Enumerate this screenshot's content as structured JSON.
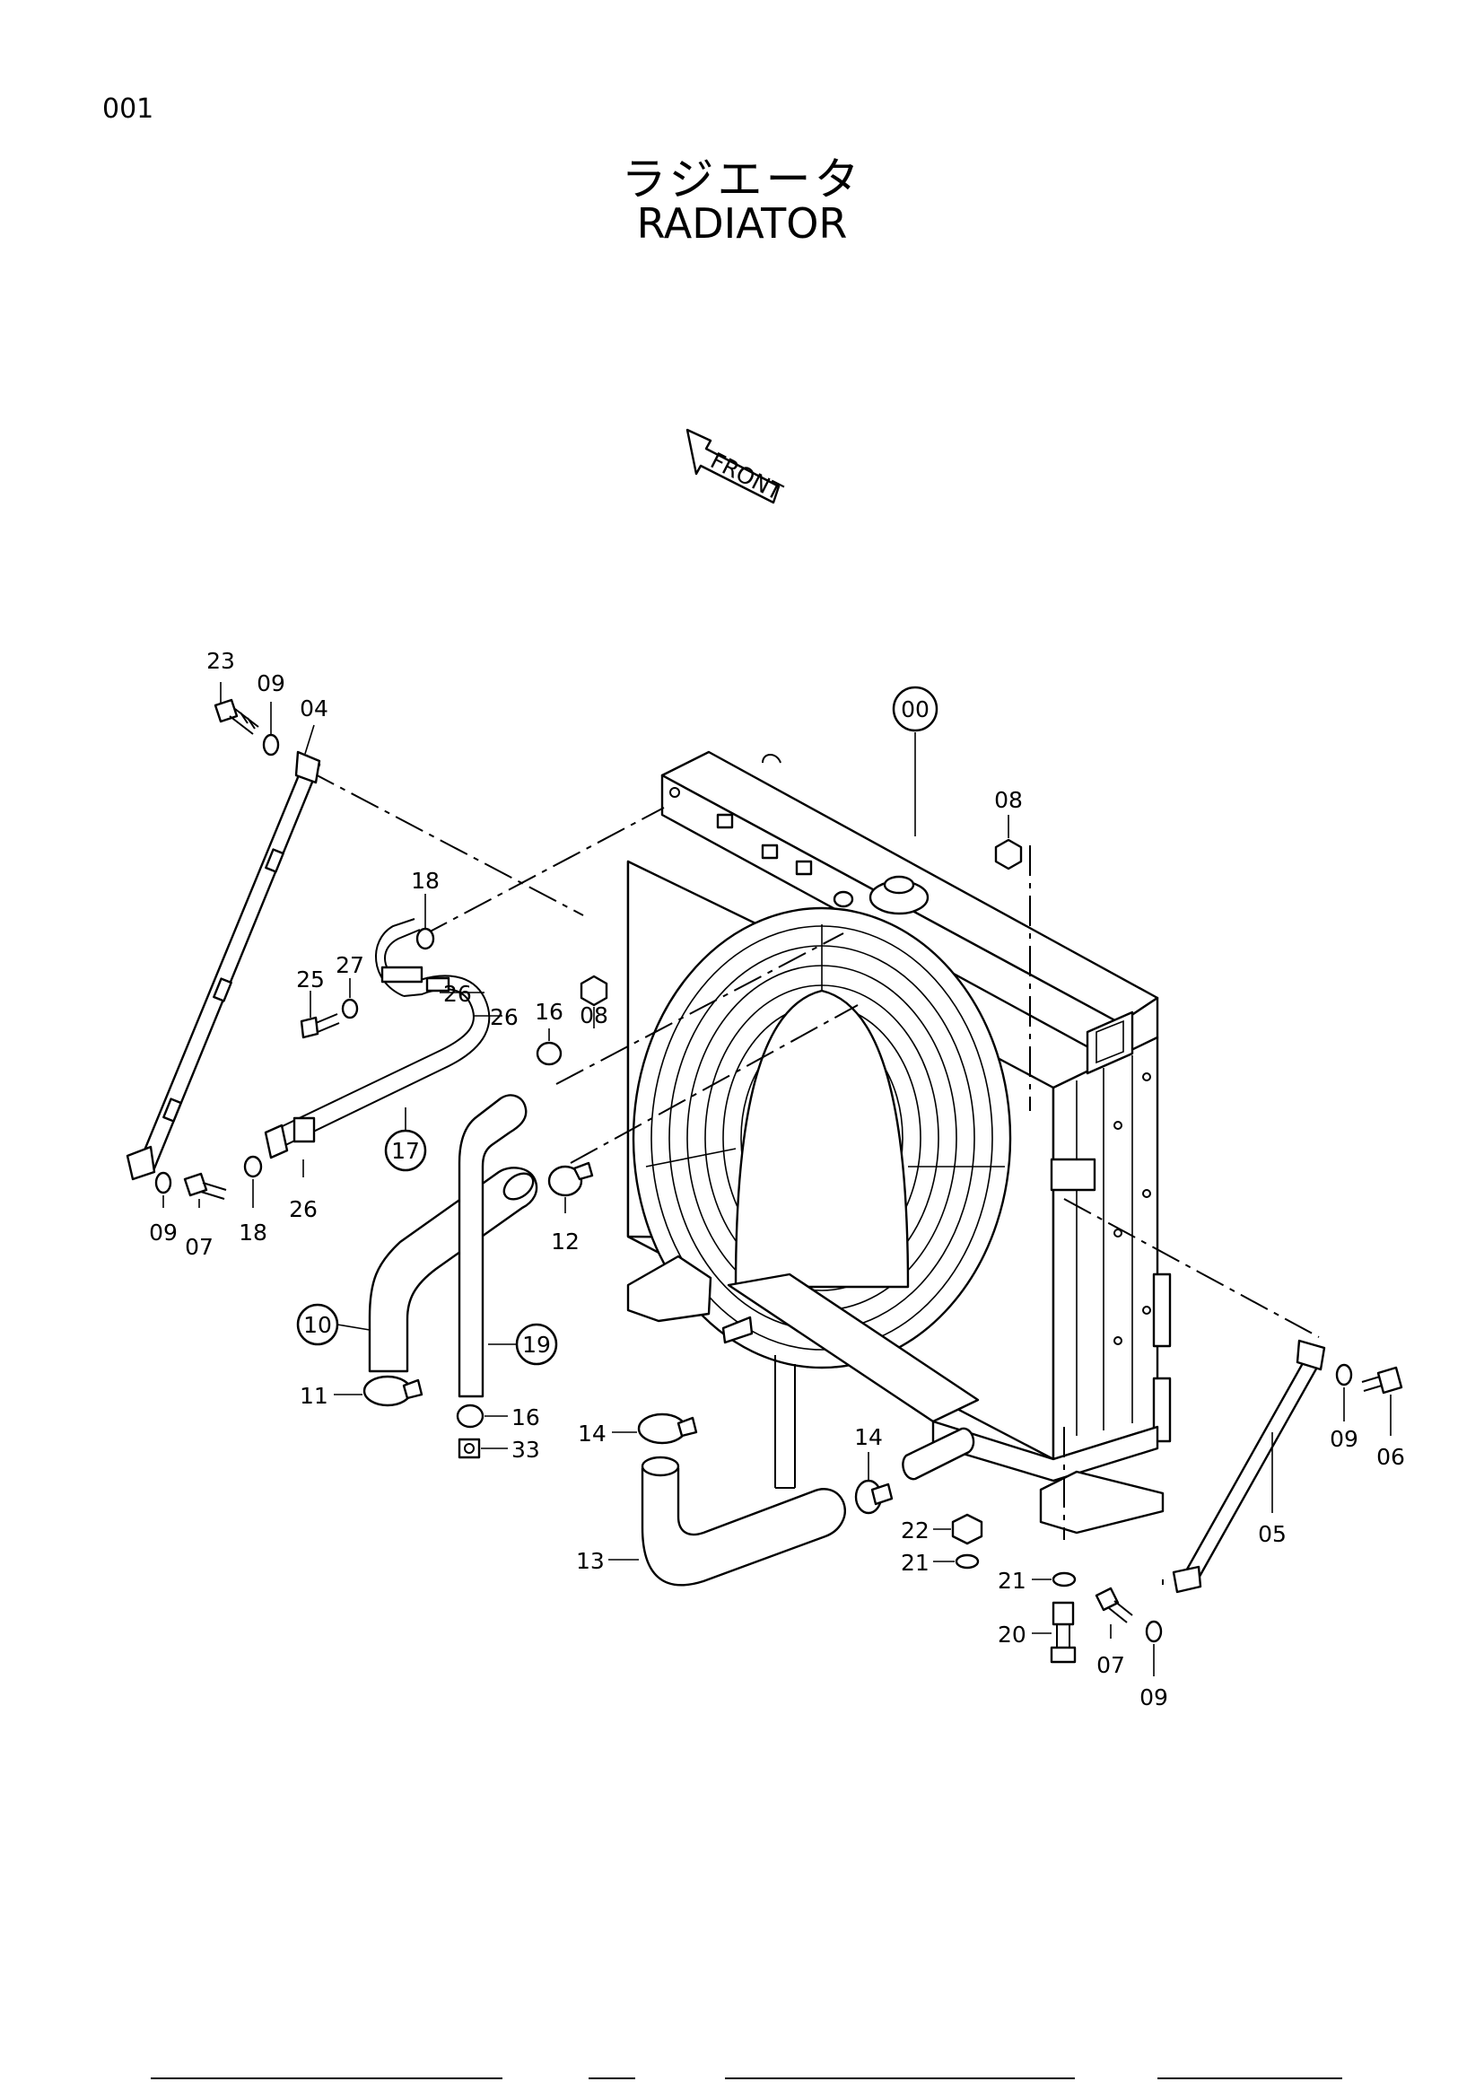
{
  "page_number": "001",
  "title": {
    "ja": "ラジエータ",
    "en": "RADIATOR"
  },
  "front_arrow_label": "FRONT",
  "callouts": {
    "p00": "00",
    "p23": "23",
    "p09a": "09",
    "p04": "04",
    "p08a": "08",
    "p18a": "18",
    "p08b": "08",
    "p27": "27",
    "p26a": "26",
    "p25": "25",
    "p26b": "26",
    "p16a": "16",
    "p17": "17",
    "p09b": "09",
    "p07a": "07",
    "p18b": "18",
    "p26c": "26",
    "p12": "12",
    "p10": "10",
    "p19": "19",
    "p11": "11",
    "p16b": "16",
    "p33": "33",
    "p14a": "14",
    "p14b": "14",
    "p13": "13",
    "p22": "22",
    "p21a": "21",
    "p21b": "21",
    "p20": "20",
    "p07b": "07",
    "p09c": "09",
    "p05": "05",
    "p09d": "09",
    "p06": "06"
  }
}
